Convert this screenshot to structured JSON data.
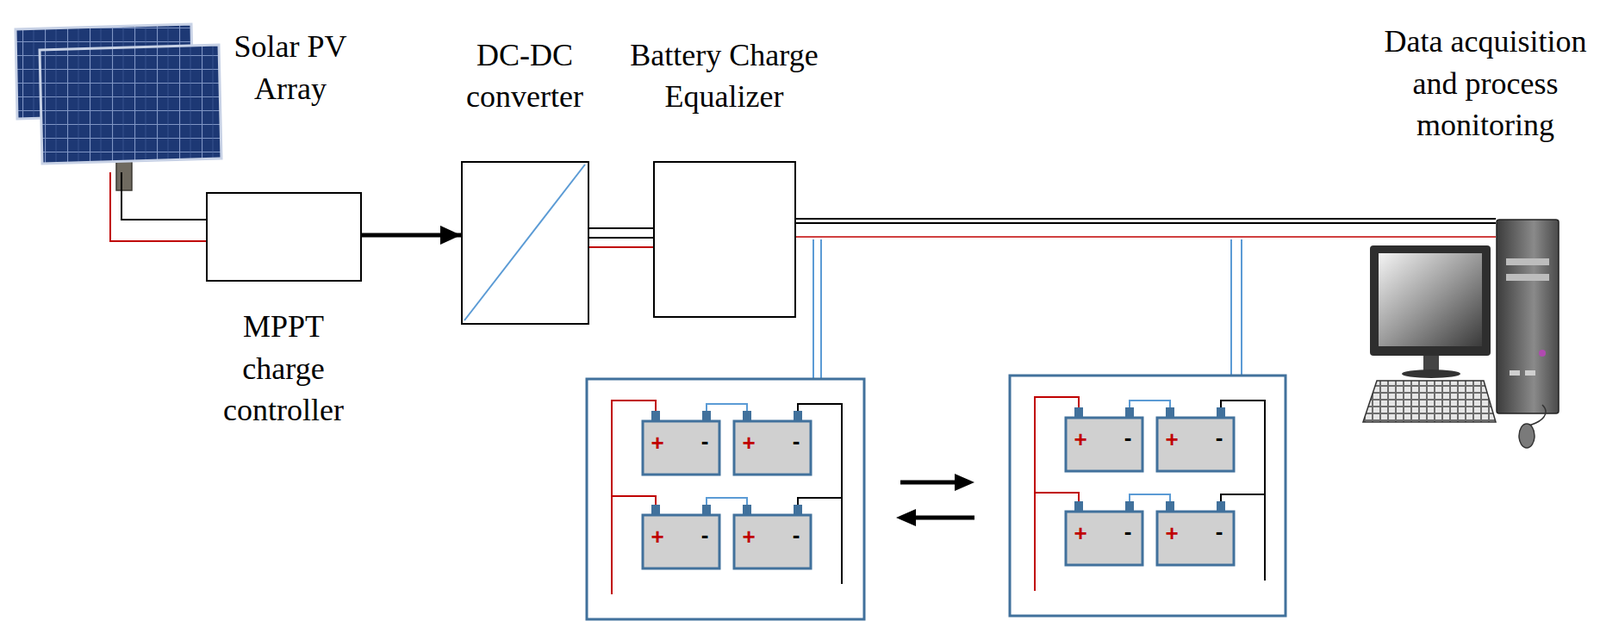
{
  "diagram": {
    "nodes": [
      {
        "text": [
          "MPPT charge controller"
        ]
      },
      {
        "text": [
          "DC-DC converter"
        ]
      },
      {
        "text": [
          "Battery Charge Equalizer"
        ]
      }
    ],
    "edges": [
      {
        "from": 0,
        "to": 1,
        "arrow": "to"
      },
      {
        "from": 1,
        "to": 2,
        "arrow": "none"
      }
    ],
    "labels": [
      "Solar PV Array",
      "Data acquisition and process monitoring",
      "+",
      "-",
      "+",
      "-",
      "+",
      "-",
      "+",
      "-",
      "+",
      "-",
      "+",
      "-",
      "+",
      "-",
      "+",
      "-"
    ]
  }
}
